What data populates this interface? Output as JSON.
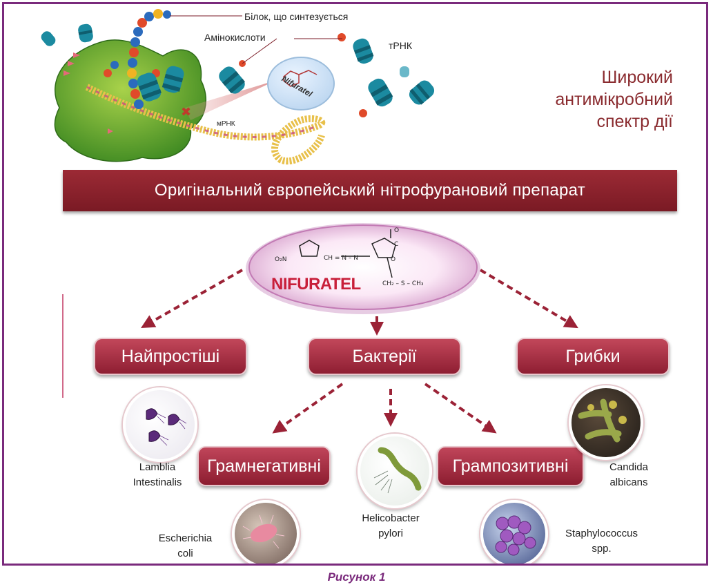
{
  "mechanism": {
    "protein_label": "Білок, що синтезується",
    "amino_label": "Амінокислоти",
    "trna_label": "тРНК",
    "mrna_label": "мРНК",
    "drug_logo": "Nifuratel"
  },
  "headline": {
    "line1": "Широкий",
    "line2": "антимікробний",
    "line3": "спектр дії"
  },
  "banner": {
    "text": "Оригінальний європейський нітрофурановий препарат"
  },
  "center": {
    "name": "NIFURATEL"
  },
  "categories": {
    "protozoa": "Найпростіші",
    "bacteria": "Бактерії",
    "fungi": "Грибки",
    "gram_negative": "Грамнегативні",
    "gram_positive": "Грампозитивні"
  },
  "organisms": {
    "lamblia": {
      "line1": "Lamblia",
      "line2": "Intestinalis"
    },
    "escherichia": {
      "line1": "Escherichia",
      "line2": "coli"
    },
    "helicobacter": {
      "line1": "Helicobacter",
      "line2": "pylori"
    },
    "staphylococcus": {
      "line1": "Staphylococcus",
      "line2": "spp."
    },
    "candida": {
      "line1": "Candida",
      "line2": "albicans"
    }
  },
  "caption": "Рисунок 1",
  "colors": {
    "frame": "#7a2a7c",
    "banner": "#8a1f2b",
    "pill": "#a8334a",
    "headline": "#8a2b2f",
    "arrow": "#9b2236"
  }
}
